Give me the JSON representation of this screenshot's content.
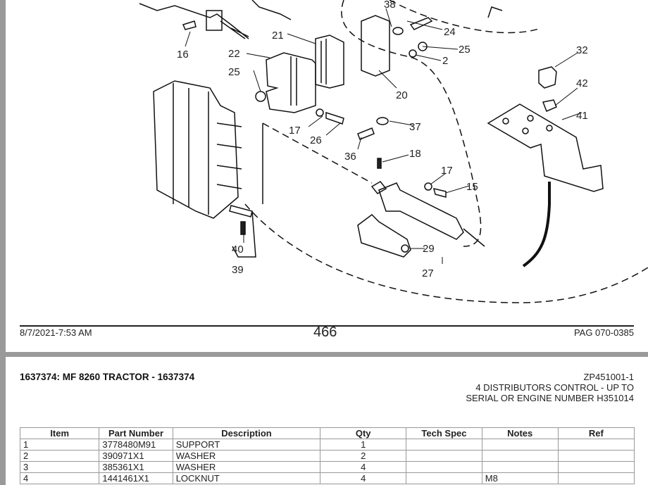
{
  "pages": {
    "diagram_page": {
      "footer": {
        "date": "8/7/2021-7:53 AM",
        "page_number": "466",
        "page_ref": "PAG 070-0385"
      },
      "callouts": {
        "c38": "38",
        "c16": "16",
        "c21": "21",
        "c24": "24",
        "c22": "22",
        "c25a": "25",
        "c2": "2",
        "c25b": "25",
        "c32": "32",
        "c20": "20",
        "c42": "42",
        "c17a": "17",
        "c26": "26",
        "c37": "37",
        "c41": "41",
        "c36": "36",
        "c18": "18",
        "c17b": "17",
        "c15": "15",
        "c40": "40",
        "c29": "29",
        "c39": "39",
        "c27": "27"
      }
    },
    "parts_page": {
      "model_title": "1637374: MF 8260 TRACTOR - 1637374",
      "section_code": "ZP451001-1",
      "section_desc_line1": "4 DISTRIBUTORS CONTROL - UP TO",
      "section_desc_line2": "SERIAL OR ENGINE NUMBER H351014",
      "table": {
        "headers": [
          "Item",
          "Part Number",
          "Description",
          "Qty",
          "Tech Spec",
          "Notes",
          "Ref"
        ],
        "rows": [
          {
            "item": "1",
            "part_number": "3778480M91",
            "description": "SUPPORT",
            "qty": "1",
            "tech_spec": "",
            "notes": "",
            "ref": ""
          },
          {
            "item": "2",
            "part_number": "390971X1",
            "description": "WASHER",
            "qty": "2",
            "tech_spec": "",
            "notes": "",
            "ref": ""
          },
          {
            "item": "3",
            "part_number": "385361X1",
            "description": "WASHER",
            "qty": "4",
            "tech_spec": "",
            "notes": "",
            "ref": ""
          },
          {
            "item": "4",
            "part_number": "1441461X1",
            "description": "LOCKNUT",
            "qty": "4",
            "tech_spec": "",
            "notes": "M8",
            "ref": ""
          }
        ]
      }
    }
  }
}
